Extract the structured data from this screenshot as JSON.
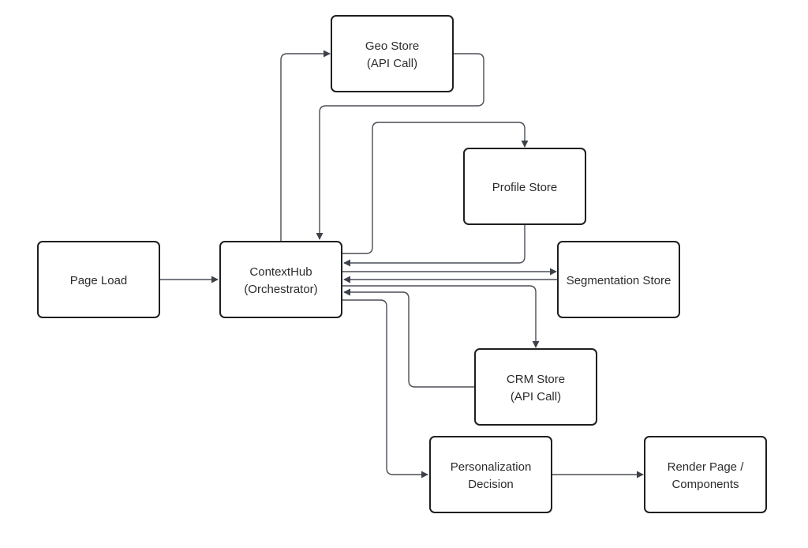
{
  "diagram": {
    "nodes": {
      "page_load": {
        "lines": [
          "Page Load"
        ]
      },
      "contexthub": {
        "lines": [
          "ContextHub",
          "(Orchestrator)"
        ]
      },
      "geo_store": {
        "lines": [
          "Geo Store",
          "(API Call)"
        ]
      },
      "profile_store": {
        "lines": [
          "Profile Store"
        ]
      },
      "segmentation_store": {
        "lines": [
          "Segmentation Store"
        ]
      },
      "crm_store": {
        "lines": [
          "CRM Store",
          "(API Call)"
        ]
      },
      "personalization_decision": {
        "lines": [
          "Personalization",
          "Decision"
        ]
      },
      "render_page": {
        "lines": [
          "Render Page /",
          "Components"
        ]
      }
    },
    "edges": [
      {
        "from": "page_load",
        "to": "contexthub"
      },
      {
        "from": "contexthub",
        "to": "geo_store"
      },
      {
        "from": "geo_store",
        "to": "contexthub"
      },
      {
        "from": "contexthub",
        "to": "profile_store"
      },
      {
        "from": "profile_store",
        "to": "contexthub"
      },
      {
        "from": "contexthub",
        "to": "segmentation_store"
      },
      {
        "from": "segmentation_store",
        "to": "contexthub"
      },
      {
        "from": "contexthub",
        "to": "crm_store"
      },
      {
        "from": "crm_store",
        "to": "contexthub"
      },
      {
        "from": "contexthub",
        "to": "personalization_decision"
      },
      {
        "from": "personalization_decision",
        "to": "render_page"
      }
    ]
  }
}
